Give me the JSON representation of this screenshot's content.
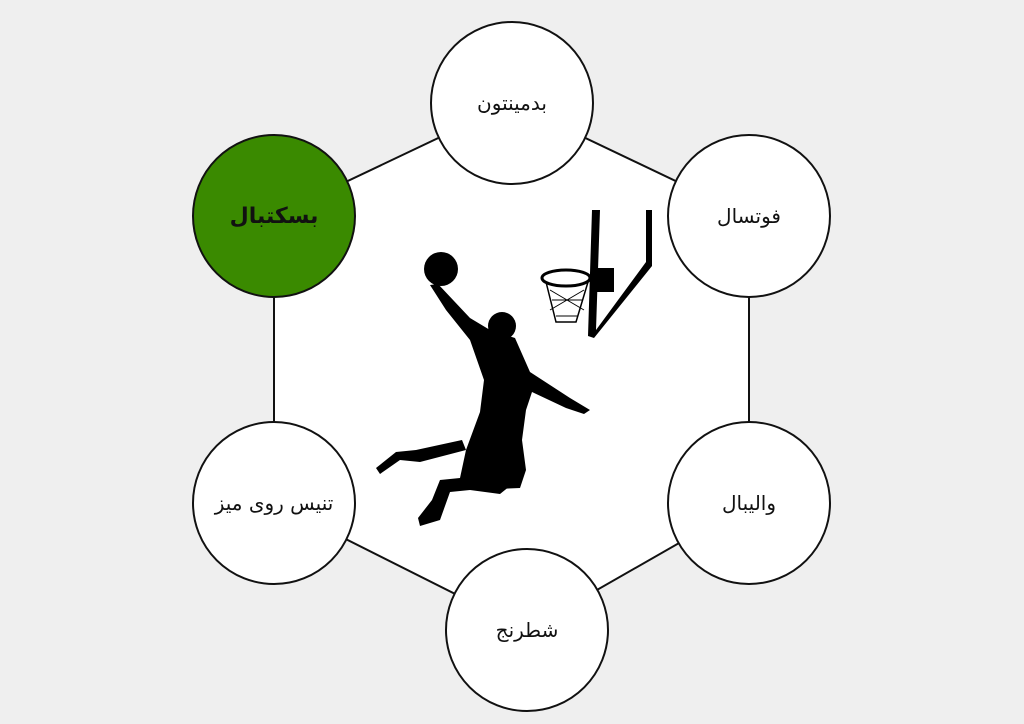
{
  "colors": {
    "active": "#3a8a00",
    "background": "#efefef"
  },
  "center_icon": "basketball-dunk-icon",
  "sports": [
    {
      "label": "بدمینتون",
      "active": false
    },
    {
      "label": "فوتسال",
      "active": false
    },
    {
      "label": "والیبال",
      "active": false
    },
    {
      "label": "شطرنج",
      "active": false
    },
    {
      "label": "تنیس روی میز",
      "active": false
    },
    {
      "label": "بسکتبال",
      "active": true
    }
  ]
}
